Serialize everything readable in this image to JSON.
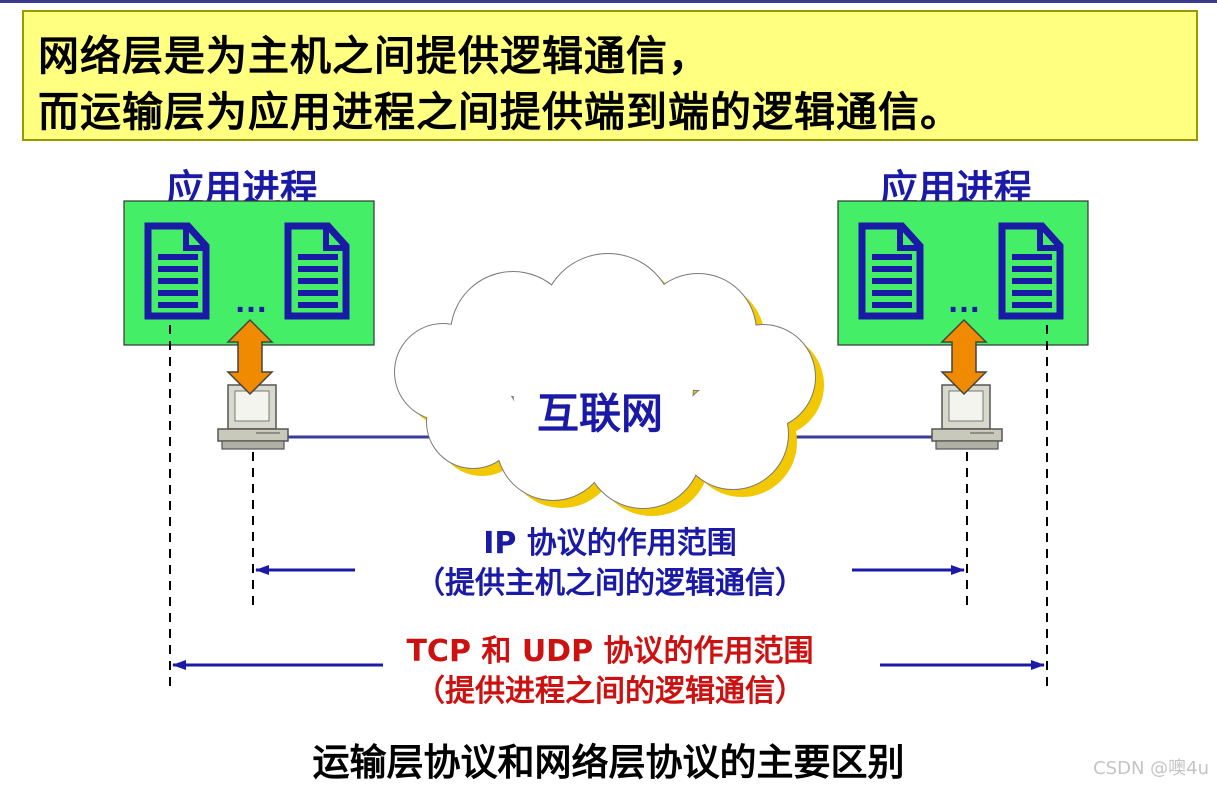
{
  "banner": {
    "line1": "网络层是为主机之间提供逻辑通信，",
    "line2": "而运输层为应用进程之间提供端到端的逻辑通信。"
  },
  "left_process": {
    "label": "应用进程",
    "ellipsis": "…"
  },
  "right_process": {
    "label": "应用进程",
    "ellipsis": "…"
  },
  "cloud": {
    "label": "互联网"
  },
  "ip_scope": {
    "line1": "IP 协议的作用范围",
    "line2": "（提供主机之间的逻辑通信）"
  },
  "tcp_scope": {
    "line1": "TCP 和 UDP 协议的作用范围",
    "line2": "（提供进程之间的逻辑通信）"
  },
  "caption": "运输层协议和网络层协议的主要区别",
  "watermark": "CSDN @噢4u",
  "colors": {
    "banner_bg": "#ffff80",
    "process_box": "#44ee66",
    "navy": "#1a1aa6",
    "red": "#cc1111",
    "arrow_orange": "#f08a00",
    "cloud_shadow": "#f2c800"
  },
  "icons": [
    "document-icon",
    "computer-icon",
    "cloud-icon",
    "double-arrow-icon"
  ]
}
